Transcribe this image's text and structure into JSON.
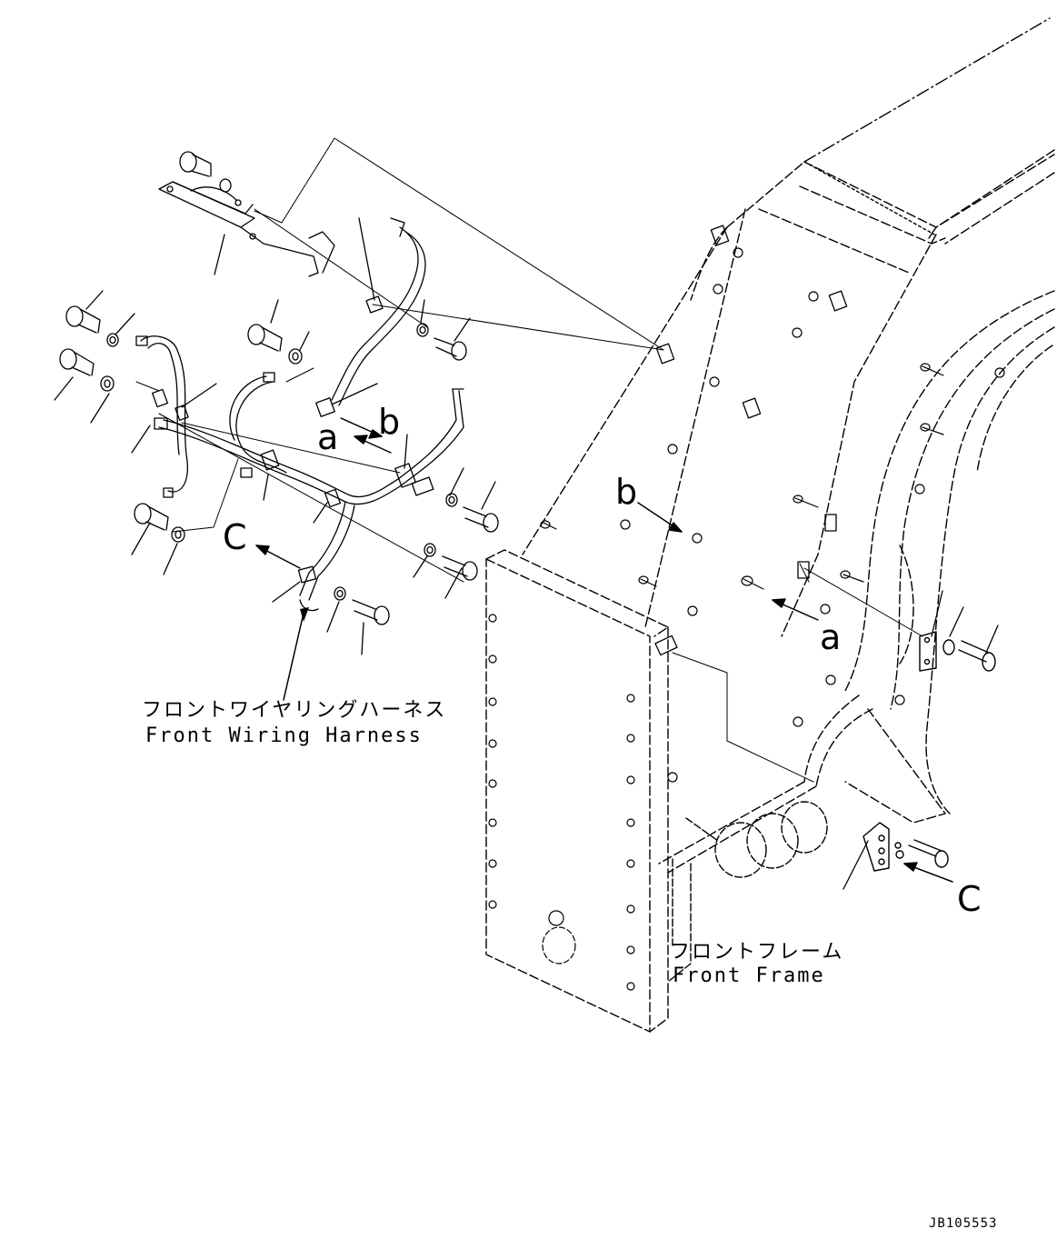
{
  "labels": {
    "harness_jp": "フロントワイヤリングハーネス",
    "harness_en": "Front Wiring Harness",
    "frame_jp": "フロントフレーム",
    "frame_en": "Front Frame"
  },
  "view_markers": {
    "a": "a",
    "b": "b",
    "c": "c",
    "C": "C"
  },
  "drawing_code": "JB105553",
  "colors": {
    "line": "#000000",
    "background": "#ffffff"
  }
}
